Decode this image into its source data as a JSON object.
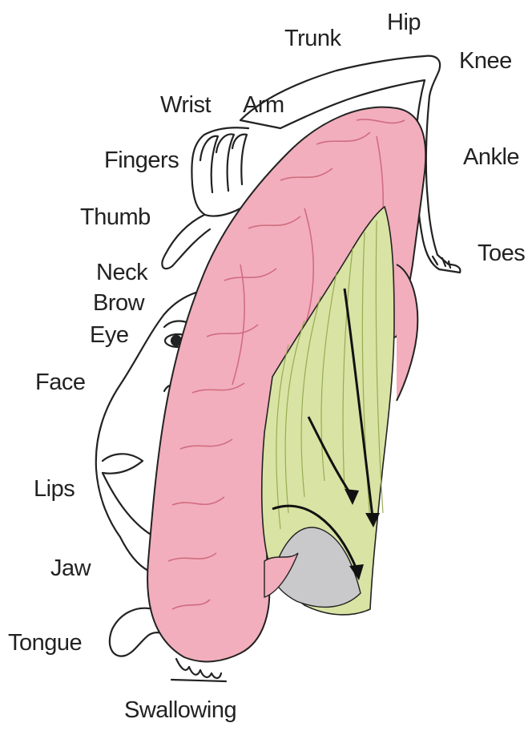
{
  "labels": {
    "trunk": "Trunk",
    "hip": "Hip",
    "knee": "Knee",
    "wrist": "Wrist",
    "arm": "Arm",
    "fingers": "Fingers",
    "ankle": "Ankle",
    "thumb": "Thumb",
    "toes": "Toes",
    "neck": "Neck",
    "brow": "Brow",
    "eye": "Eye",
    "face": "Face",
    "lips": "Lips",
    "jaw": "Jaw",
    "tongue": "Tongue",
    "swallowing": "Swallowing"
  },
  "colors": {
    "cortex": "#f2aebc",
    "cortex_shade": "#e48da0",
    "white_matter": "#d9e3a4",
    "white_matter_dark": "#9fb55b",
    "outline": "#222222",
    "gray_region": "#c9c9cc"
  }
}
